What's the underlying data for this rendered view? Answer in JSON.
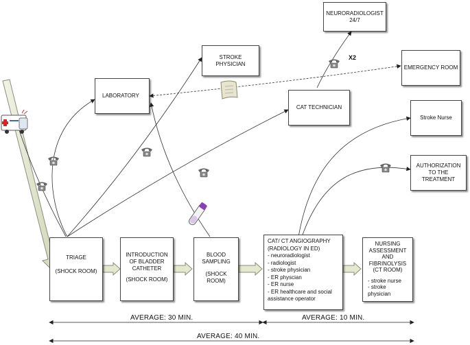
{
  "boxes": {
    "neuroradiologist": "NEURORADIOLOGIST 24/7",
    "stroke_physician": "STROKE PHYSICIAN",
    "emergency_room": "EMERGENCY ROOM",
    "laboratory": "LABORATORY",
    "cat_technician": "CAT TECHNICIAN",
    "stroke_nurse": "Stroke Nurse",
    "authorization": "AUTHORIZATION TO THE TREATMENT"
  },
  "x2_label": "X2",
  "steps": {
    "triage": {
      "title": "TRIAGE",
      "sub": "(SHOCK ROOM)"
    },
    "bladder": {
      "title": "INTRODUCTION OF BLADDER CATHETER",
      "sub": "(SHOCK ROOM)"
    },
    "blood": {
      "title": "BLOOD SAMPLING",
      "sub": "(SHOCK ROOM)"
    },
    "ct": {
      "title": "CAT/ CT ANGIOGRAPHY (RADIOLOGY IN ED)",
      "items": [
        "- neuroradiologist",
        "- radiologist",
        "- stroke physician",
        "- ER physcian",
        "- ER nurse",
        "- ER healthcare and social assistance operator"
      ]
    },
    "nursing": {
      "title": "NURSING ASSESSMENT AND FIBRINOLYSIS",
      "sub": "(CT ROOM)",
      "items": [
        "- stroke nurse",
        "- stroke physician"
      ]
    }
  },
  "timeline": {
    "avg30": "AVERAGE: 30 MIN.",
    "avg10": "AVERAGE: 10 MIN.",
    "avg40": "AVERAGE: 40 MIN."
  }
}
